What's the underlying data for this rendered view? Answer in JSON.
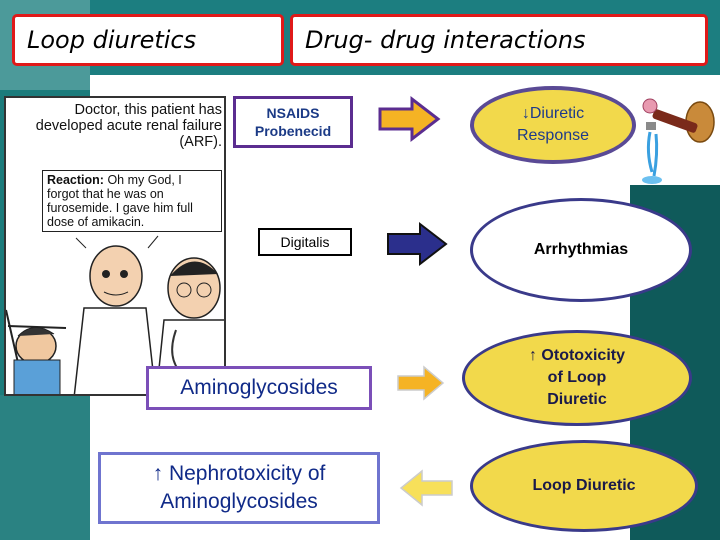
{
  "titles": {
    "left": "Loop diuretics",
    "right": "Drug- drug interactions"
  },
  "cartoon": {
    "caption": "Doctor, this patient has developed acute renal failure (ARF).",
    "reaction_label": "Reaction:",
    "reaction_text": "Oh my God, I forgot that he was on furosemide. I gave him full dose of amikacin."
  },
  "drugs": {
    "nsaids_line1": "NSAIDS",
    "nsaids_line2": "Probenecid",
    "digitalis": "Digitalis",
    "aminoglycosides": "Aminoglycosides",
    "nephro_line1": "↑ Nephrotoxicity of",
    "nephro_line2": "Aminoglycosides"
  },
  "effects": {
    "diuretic_line1": "↓Diuretic",
    "diuretic_line2": "Response",
    "arrhythmias": "Arrhythmias",
    "ototox_line1": "↑ Ototoxicity",
    "ototox_line2": "of Loop",
    "ototox_line3": "Diuretic",
    "loop_diuretic": "Loop Diuretic"
  },
  "colors": {
    "title_border": "#e01919",
    "oval_yellow": "#f2d94b",
    "arrow_orange": "#f5b324",
    "arrow_blue": "#2b2f8c",
    "arrow_yellow": "#f7e05a",
    "teal": "#1c7c7c"
  },
  "icons": [
    "kidney-faucet-icon",
    "right-arrow-icon",
    "left-arrow-icon"
  ]
}
